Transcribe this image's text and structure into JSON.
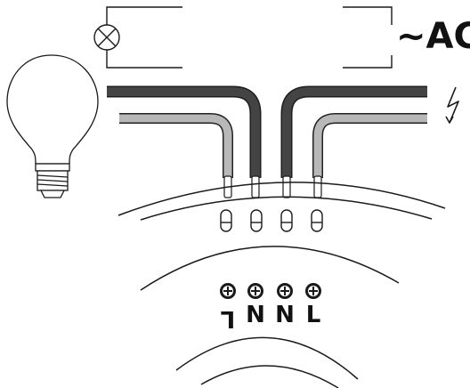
{
  "diagram": {
    "supply_label": "~AC",
    "terminals": [
      {
        "label": "L",
        "rotated": true
      },
      {
        "label": "N",
        "rotated": false
      },
      {
        "label": "N",
        "rotated": false
      },
      {
        "label": "L",
        "rotated": false
      }
    ],
    "icons": {
      "lamp_symbol": "lamp-symbol-icon",
      "bulb": "light-bulb-icon",
      "lightning": "lightning-icon",
      "screw": "terminal-screw-icon",
      "contact_slot": "contact-slot-icon"
    },
    "colors": {
      "line": "#1a1a1a",
      "wire_dark": "#3a3a3a",
      "wire_light": "#b8b8b8",
      "wire_outline": "#222222",
      "background": "#ffffff"
    }
  }
}
